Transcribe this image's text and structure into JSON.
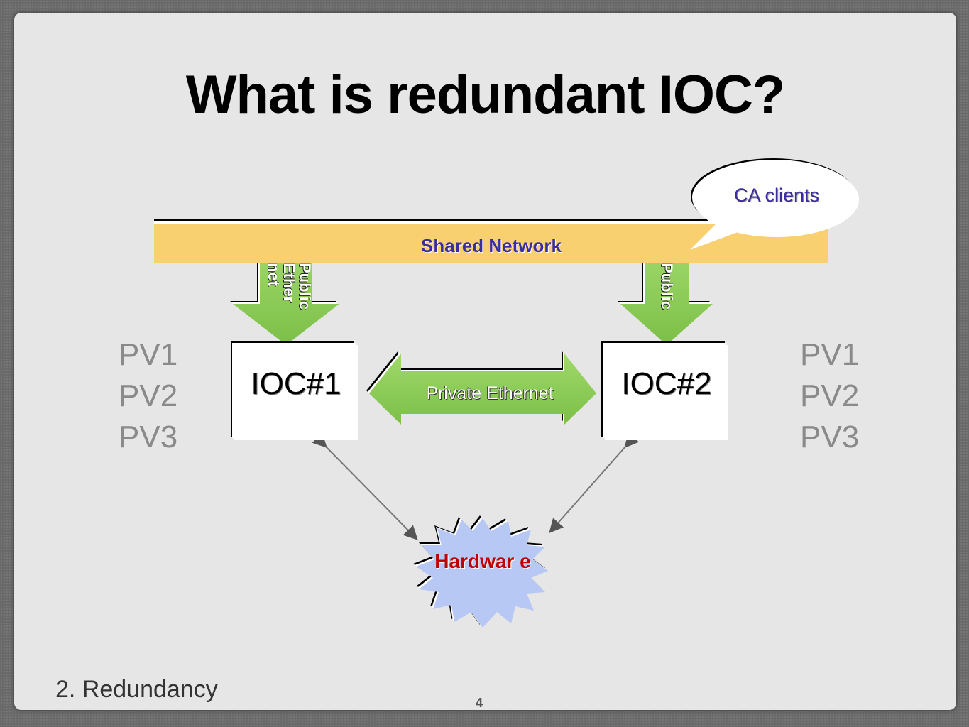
{
  "slide": {
    "title": "What is redundant IOC?",
    "left_pvs": [
      "PV1",
      "PV2",
      "PV3"
    ],
    "right_pvs": [
      "PV1",
      "PV2",
      "PV3"
    ],
    "footer": "2. Redundancy",
    "page_number": "4"
  },
  "diagram": {
    "shared_network": "Shared Network",
    "ca_clients": "CA clients",
    "ioc1": "IOC#1",
    "ioc2": "IOC#2",
    "private_link": "Private Ethernet",
    "public_link_left": "Public Ether net",
    "public_link_right": "Public",
    "hardware": "Hardwar e",
    "colors": {
      "shared_network_fill": "#f8d070",
      "arrow_green": "#8fce5a",
      "hardware_fill": "#b8c8f4",
      "label_blue": "#3b2da0",
      "hardware_text": "#c00000"
    }
  }
}
